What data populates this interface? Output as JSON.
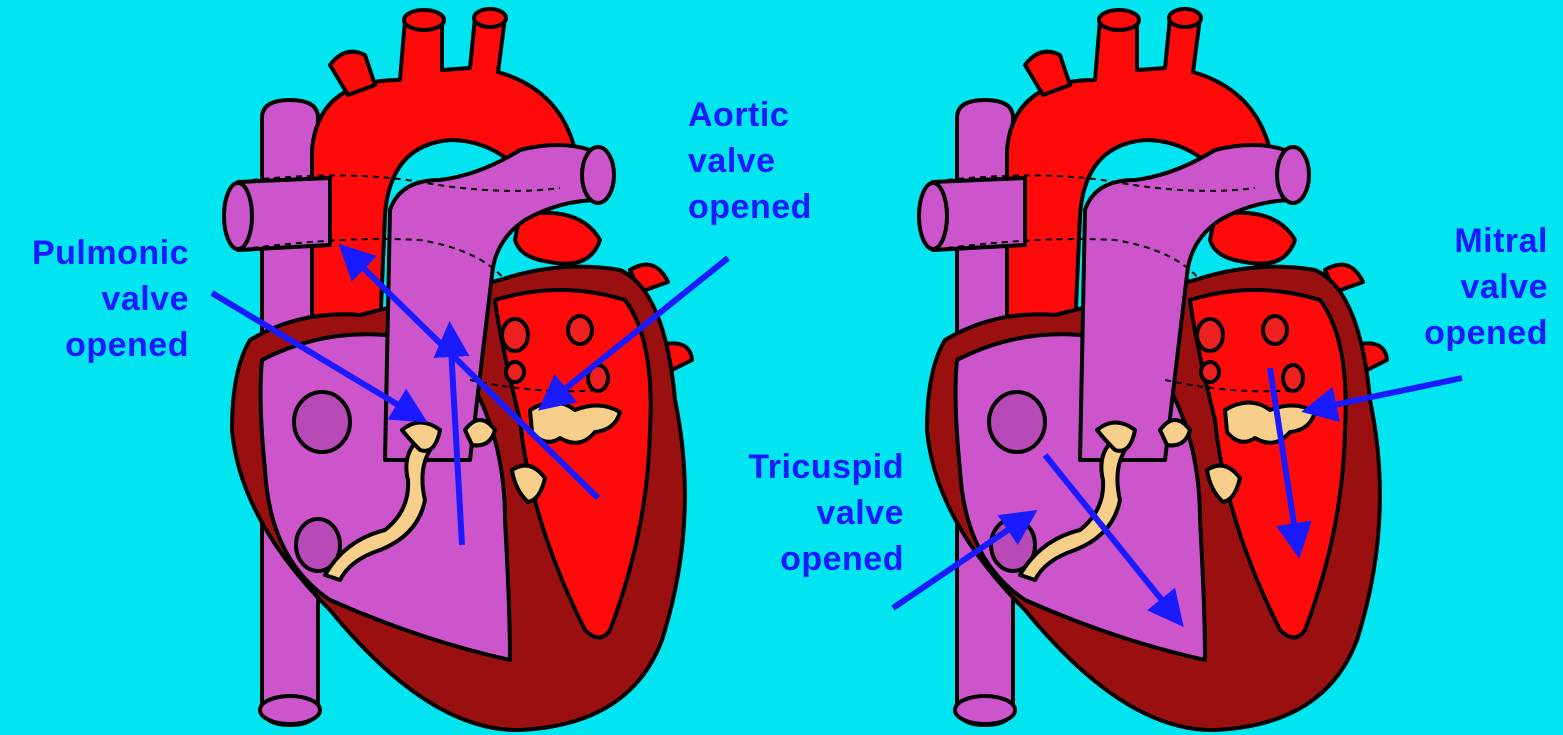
{
  "colors": {
    "background": "#00e5f0",
    "oxygenated_red": "#ff0a0a",
    "muscle_dark_red": "#9a1010",
    "deoxygenated_purple": "#cc55cc",
    "valve_cream": "#f7cf8a",
    "arrow_blue": "#1a1aff",
    "label_blue": "#1a1aff"
  },
  "left_panel": {
    "pulmonic_label": [
      "Pulmonic",
      "valve",
      "opened"
    ],
    "aortic_label": [
      "Aortic",
      "valve",
      "opened"
    ]
  },
  "right_panel": {
    "mitral_label": [
      "Mitral",
      "valve",
      "opened"
    ],
    "tricuspid_label": [
      "Tricuspid",
      "valve",
      "opened"
    ]
  }
}
